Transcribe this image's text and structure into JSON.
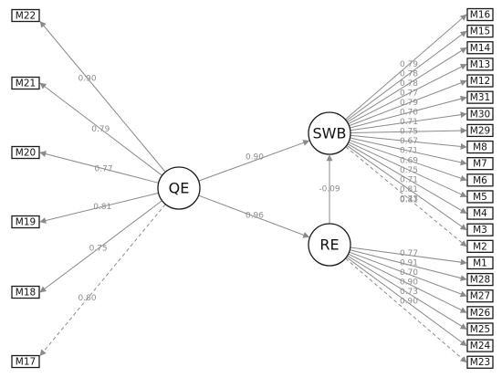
{
  "latents": [
    {
      "id": "QE",
      "label": "QE"
    },
    {
      "id": "SWB",
      "label": "SWB"
    },
    {
      "id": "RE",
      "label": "RE"
    }
  ],
  "structural": [
    {
      "from": "QE",
      "to": "SWB",
      "label": "0.90"
    },
    {
      "from": "QE",
      "to": "RE",
      "label": "0.96"
    },
    {
      "from": "RE",
      "to": "SWB",
      "label": "-0.09"
    }
  ],
  "qe_indicators": [
    {
      "label": "M22",
      "coef": "0.90",
      "dashed": false
    },
    {
      "label": "M21",
      "coef": "0.79",
      "dashed": false
    },
    {
      "label": "M20",
      "coef": "0.77",
      "dashed": false
    },
    {
      "label": "M19",
      "coef": "0.81",
      "dashed": false
    },
    {
      "label": "M18",
      "coef": "0.75",
      "dashed": false
    },
    {
      "label": "M17",
      "coef": "0.80",
      "dashed": true
    }
  ],
  "swb_indicators": [
    {
      "label": "M16",
      "coef": "0.79",
      "dashed": false
    },
    {
      "label": "M15",
      "coef": "0.78",
      "dashed": false
    },
    {
      "label": "M14",
      "coef": "0.78",
      "dashed": false
    },
    {
      "label": "M13",
      "coef": "0.77",
      "dashed": false
    },
    {
      "label": "M12",
      "coef": "0.79",
      "dashed": false
    },
    {
      "label": "M31",
      "coef": "0.70",
      "dashed": false
    },
    {
      "label": "M30",
      "coef": "0.71",
      "dashed": false
    },
    {
      "label": "M29",
      "coef": "0.75",
      "dashed": false
    },
    {
      "label": "M8",
      "coef": "0.67",
      "dashed": false
    },
    {
      "label": "M7",
      "coef": "0.71",
      "dashed": false
    },
    {
      "label": "M6",
      "coef": "0.69",
      "dashed": false
    },
    {
      "label": "M5",
      "coef": "0.75",
      "dashed": false
    },
    {
      "label": "M4",
      "coef": "0.71",
      "dashed": false
    },
    {
      "label": "M3",
      "coef": "0.81",
      "dashed": false
    },
    {
      "label": "M2",
      "coef": "0.73",
      "dashed": true
    }
  ],
  "swb_extra_coef": "0.81",
  "re_indicators": [
    {
      "label": "M1",
      "coef": "0.77",
      "dashed": false
    },
    {
      "label": "M28",
      "coef": "0.91",
      "dashed": false
    },
    {
      "label": "M27",
      "coef": "0.70",
      "dashed": false
    },
    {
      "label": "M26",
      "coef": "0.90",
      "dashed": false
    },
    {
      "label": "M25",
      "coef": "0.73",
      "dashed": false
    },
    {
      "label": "M24",
      "coef": "0.90",
      "dashed": false
    },
    {
      "label": "M23",
      "coef": "",
      "dashed": true
    }
  ]
}
